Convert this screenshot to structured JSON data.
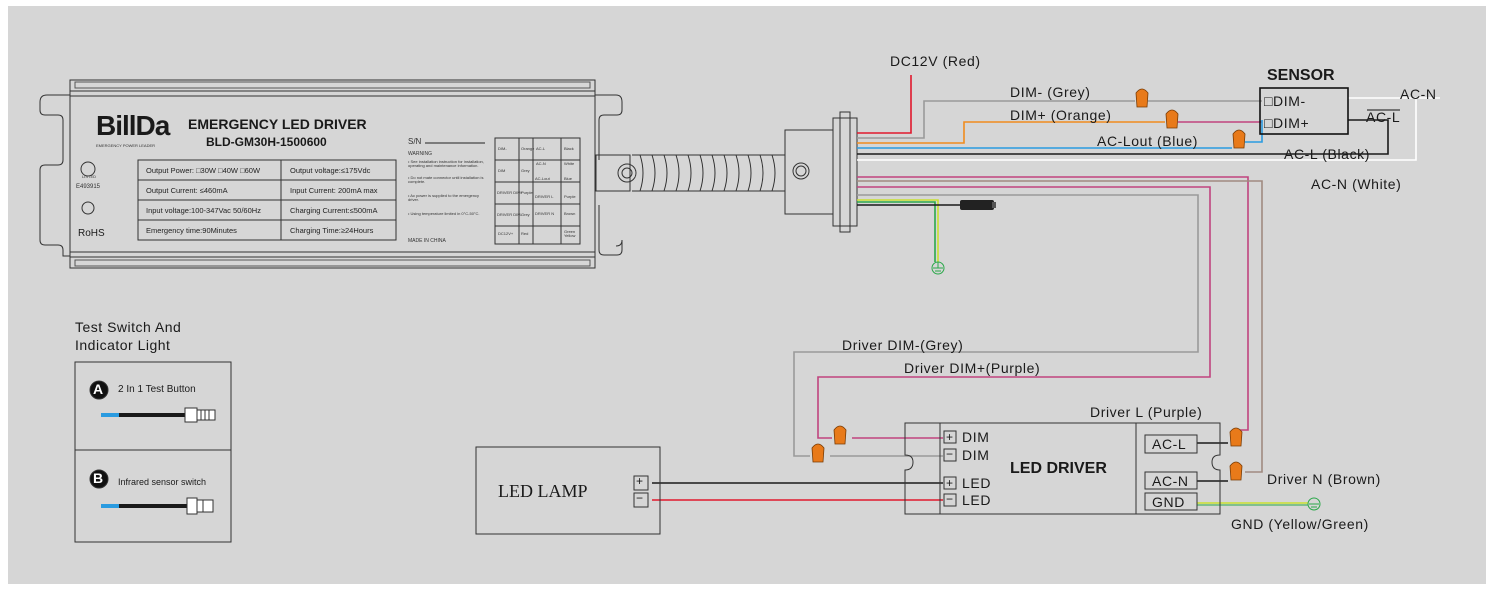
{
  "brand": {
    "logo": "BillDa",
    "tagline": "EMERGENCY POWER LEADER"
  },
  "driver_label": {
    "title": "EMERGENCY LED DRIVER",
    "model": "BLD-GM30H-1500600",
    "cert_listed": "LISTED",
    "cert_number": "E493915",
    "cert_rohs": "RoHS",
    "specs": [
      [
        "Output Power: □30W □40W □60W",
        "Output voltage:≤175Vdc"
      ],
      [
        "Output Current: ≤460mA",
        "Input Current:  200mA max"
      ],
      [
        "Input voltage:100-347Vac 50/60Hz",
        "Charging Current:≤500mA"
      ],
      [
        "Emergency time:90Minutes",
        "Charging Time:≥24Hours"
      ]
    ],
    "sn": "S/N",
    "warning_title": "WARNING",
    "warnings": [
      "• See installation instruction for installation, operating and maintenance information.",
      "• Do not mate connector until installation is complete.",
      "• Ac power is supplied to the emergency driver.",
      "• Using temperature limited in 0°C-50°C."
    ],
    "made_in": "MADE IN CHINA",
    "wire_table_left": [
      [
        "DIM-",
        "Orange"
      ],
      [
        "DIM",
        "Grey"
      ],
      [
        "DRIVER DIM+",
        "Purple"
      ],
      [
        "DRIVER DIM-",
        "Grey"
      ],
      [
        "DC12V+",
        "Red"
      ]
    ],
    "wire_table_right": [
      [
        "AC-L",
        "Black"
      ],
      [
        "AC-N",
        "White"
      ],
      [
        "AC-Lout",
        "Blue"
      ],
      [
        "DRIVER L",
        "Purple"
      ],
      [
        "DRIVER N",
        "Brown"
      ],
      [
        "",
        "Green Yellow"
      ]
    ]
  },
  "wire_labels": {
    "dc12v": "DC12V (Red)",
    "dim_minus": "DIM- (Grey)",
    "dim_plus": "DIM+ (Orange)",
    "ac_lout": "AC-Lout (Blue)",
    "ac_l_black": "AC-L (Black)",
    "ac_n_white": "AC-N (White)",
    "ac_n": "AC-N",
    "driver_dim_minus": "Driver DIM-(Grey)",
    "driver_dim_plus": "Driver DIM+(Purple)",
    "driver_l": "Driver L (Purple)",
    "driver_n": "Driver N (Brown)",
    "gnd": "GND (Yellow/Green)"
  },
  "sensor": {
    "title": "SENSOR",
    "dim_minus": "□DIM-",
    "dim_plus": "□DIM+",
    "ac_l": "AC-L"
  },
  "led_driver": {
    "title": "LED DRIVER",
    "pins": [
      {
        "sign": "+",
        "label": "DIM"
      },
      {
        "sign": "−",
        "label": "DIM"
      },
      {
        "sign": "+",
        "label": "LED"
      },
      {
        "sign": "−",
        "label": "LED"
      }
    ],
    "ac_l": "AC-L",
    "ac_n": "AC-N",
    "gnd": "GND"
  },
  "led_lamp": {
    "title": "LED  LAMP",
    "plus": "+",
    "minus": "−"
  },
  "test_switch": {
    "heading_line1": "Test Switch And",
    "heading_line2": "Indicator Light",
    "items": [
      {
        "badge": "A",
        "label": "2 In 1 Test Button"
      },
      {
        "badge": "B",
        "label": "Infrared sensor switch"
      }
    ]
  },
  "colors": {
    "red": "#e0182d",
    "grey": "#9a9a9a",
    "orange": "#f08c1e",
    "blue": "#2a9be0",
    "black": "#1a1a1a",
    "white": "#ffffff",
    "purple": "#c0447e",
    "brown": "#a08a80",
    "yellow_green": "#c8e030",
    "ground": "#2ba84a",
    "background": "#d6d6d6"
  }
}
